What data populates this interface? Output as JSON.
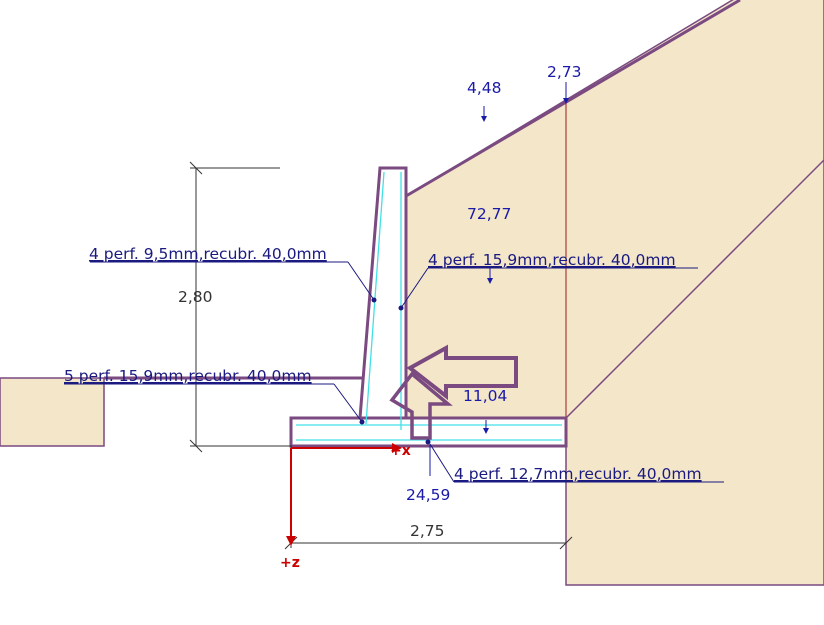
{
  "diagram": {
    "colors": {
      "soil_fill": "#f3e6c9",
      "wall_outline": "#7a4a80",
      "rebar": "#40e0e6",
      "dimension": "#333333",
      "label_blue": "#1a1aa8",
      "rebar_label": "#1a1a80",
      "axis": "#cc0000",
      "vertical_line": "#9b1b1b"
    },
    "load_labels": {
      "top_left_value": "4,48",
      "top_right_value": "2,73",
      "earth_pressure_value": "72,77",
      "footing_load_value": "11,04",
      "base_force_value": "24,59"
    },
    "dimensions": {
      "wall_height": "2,80",
      "footing_width": "2,75"
    },
    "rebar_labels": {
      "stem_front": "4 perf. 9,5mm,recubr. 40,0mm",
      "stem_back": "4 perf. 15,9mm,recubr. 40,0mm",
      "footing_top": "5 perf. 15,9mm,recubr. 40,0mm",
      "footing_bottom": "4 perf. 12,7mm,recubr. 40,0mm"
    },
    "axes": {
      "x_label": "+x",
      "z_label": "+z"
    },
    "icons": {
      "load_arrow": "left-arrow-icon",
      "small_arrow": "down-arrow-icon"
    }
  }
}
